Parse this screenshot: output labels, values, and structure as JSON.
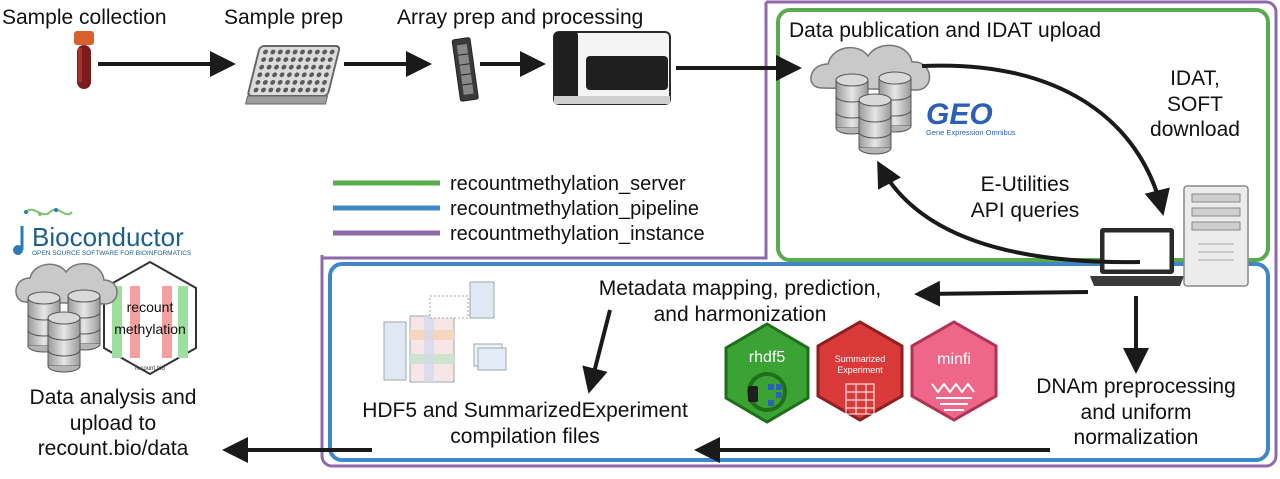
{
  "colors": {
    "server": "#5aab4f",
    "pipeline": "#3f87c7",
    "instance": "#8e6aa8",
    "arrow": "#1a1a1a"
  },
  "steps": {
    "sample_collection": "Sample collection",
    "sample_prep": "Sample prep",
    "array_prep": "Array prep and processing",
    "data_publication": "Data publication and IDAT upload",
    "idat_download": [
      "IDAT,",
      "SOFT",
      "download"
    ],
    "eutilities": [
      "E-Utilities",
      "API queries"
    ],
    "metadata": [
      "Metadata mapping, prediction,",
      "and harmonization"
    ],
    "dnam": [
      "DNAm preprocessing",
      "and uniform",
      "normalization"
    ],
    "hdf5": [
      "HDF5 and SummarizedExperiment",
      "compilation files"
    ],
    "analysis": [
      "Data analysis and",
      "upload to",
      "recount.bio/data"
    ]
  },
  "legend": [
    {
      "label": "recountmethylation_server",
      "color": "#5aab4f"
    },
    {
      "label": "recountmethylation_pipeline",
      "color": "#3f87c7"
    },
    {
      "label": "recountmethylation_instance",
      "color": "#8e6aa8"
    }
  ],
  "logos": {
    "geo_title": "GEO",
    "geo_subtitle": "Gene Expression Omnibus",
    "bioconductor_title": "Bioconductor",
    "bioconductor_subtitle": "OPEN SOURCE SOFTWARE FOR BIOINFORMATICS",
    "recount_line1": "recount",
    "recount_line2": "methylation",
    "recount_small": "recount.bio",
    "hex_rhdf5": "rhdf5",
    "hex_se_line1": "Summarized",
    "hex_se_line2": "Experiment",
    "hex_minfi": "minfi"
  }
}
